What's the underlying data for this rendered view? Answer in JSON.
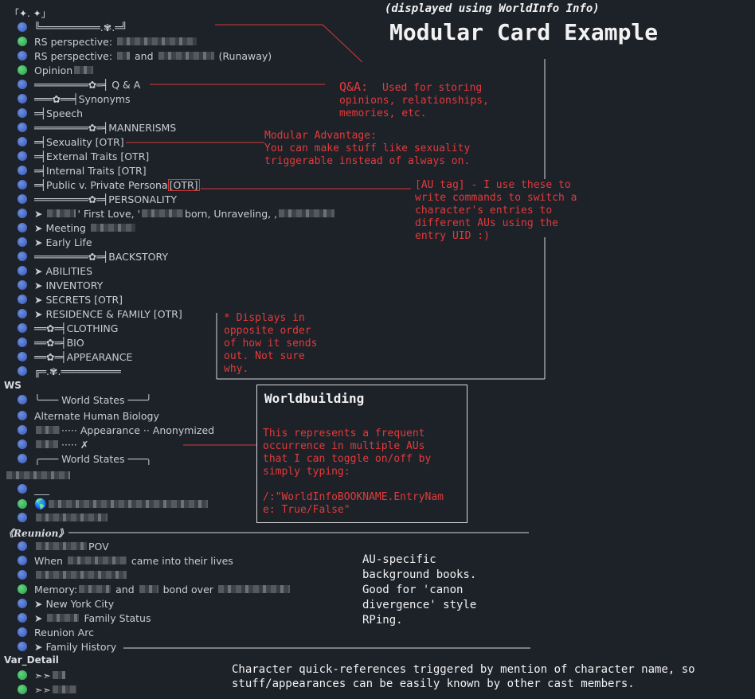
{
  "top_corner": "「✦.                       ✦」",
  "subtitle": "(displayed using WorldInfo Info)",
  "title": "Modular Card Example",
  "rows": [
    {
      "dot": "blue",
      "text": "╚══════════.✾.═╝",
      "blur": 0
    },
    {
      "dot": "green",
      "text": "RS perspective:",
      "blur": 100
    },
    {
      "dot": "blue",
      "text": "RS perspective:",
      "mid": "and",
      "tail": "(Runaway)",
      "blur": 30
    },
    {
      "dot": "green",
      "text": "Opinion",
      "blur": 24
    },
    {
      "dot": "blue",
      "text": "═════════✿═╡ Q & A",
      "blur": 0
    },
    {
      "dot": "blue",
      "text": "═══✿══╡Synonyms",
      "blur": 0
    },
    {
      "dot": "blue",
      "text": "═╡Speech",
      "blur": 0
    },
    {
      "dot": "blue",
      "text": "═════════✿═╡MANNERISMS",
      "blur": 0
    },
    {
      "dot": "blue",
      "text": "═╡Sexuality [OTR]",
      "blur": 0
    },
    {
      "dot": "blue",
      "text": "═╡External Traits [OTR]",
      "blur": 0
    },
    {
      "dot": "blue",
      "text": "═╡Internal Traits [OTR]",
      "blur": 0
    },
    {
      "dot": "blue",
      "text": "═╡Public v. Private Persona",
      "boxed": "[OTR]",
      "blur": 0
    },
    {
      "dot": "blue",
      "text": "═════════✿═╡PERSONALITY",
      "blur": 0
    },
    {
      "dot": "blue",
      "text": "➤",
      "mid": "' First Love, '",
      "tail": "born, Unraveling, ,",
      "blur": 36
    },
    {
      "dot": "blue",
      "text": "➤ Meeting",
      "blur": 56
    },
    {
      "dot": "blue",
      "text": "➤ Early Life",
      "blur": 0
    },
    {
      "dot": "blue",
      "text": "═════════✿═╡BACKSTORY",
      "blur": 0
    },
    {
      "dot": "blue",
      "text": "➤ ABILITIES",
      "blur": 0
    },
    {
      "dot": "blue",
      "text": "➤ INVENTORY",
      "blur": 0
    },
    {
      "dot": "blue",
      "text": "➤ SECRETS [OTR]",
      "blur": 0
    },
    {
      "dot": "blue",
      "text": "➤ RESIDENCE & FAMILY [OTR]",
      "blur": 0
    },
    {
      "dot": "blue",
      "text": "══✿═╡CLOTHING",
      "blur": 0
    },
    {
      "dot": "blue",
      "text": "══✿═╡BIO",
      "blur": 0
    },
    {
      "dot": "blue",
      "text": "══✿═╡APPEARANCE",
      "blur": 0
    },
    {
      "dot": "blue",
      "text": "╔═.✾.══════════",
      "blur": 0
    }
  ],
  "ws_header": "WS",
  "ws_rows": [
    {
      "dot": "blue",
      "text": "╰─── World States ───╯"
    },
    {
      "dot": "blue",
      "text": "Alternate Human Biology"
    },
    {
      "dot": "blue",
      "text": "····· Appearance ·· Anonymized"
    },
    {
      "dot": "blue",
      "text": "····· ✗"
    },
    {
      "dot": "blue",
      "text": "╭─── World States ───╮"
    },
    {
      "dot": "none",
      "text": ""
    },
    {
      "dot": "blue",
      "text": "___"
    },
    {
      "dot": "green",
      "text": "🌎"
    },
    {
      "dot": "blue",
      "text": ""
    }
  ],
  "reunion_header": "《Reunion》",
  "reunion_rows": [
    {
      "dot": "blue",
      "text": "POV"
    },
    {
      "dot": "blue",
      "text": "When",
      "tail": "came into their lives"
    },
    {
      "dot": "blue",
      "text": ""
    },
    {
      "dot": "green",
      "text": "Memory:",
      "mid": "and",
      "tail": "bond over"
    },
    {
      "dot": "blue",
      "text": "➤ New York City"
    },
    {
      "dot": "blue",
      "text": "➤",
      "tail": "Family Status"
    },
    {
      "dot": "blue",
      "text": "Reunion Arc"
    },
    {
      "dot": "blue",
      "text": "➤ Family History"
    }
  ],
  "var_header": "Var_Detail",
  "var_rows": [
    {
      "dot": "green",
      "text": "➣➣"
    },
    {
      "dot": "green",
      "text": "➣➣"
    }
  ],
  "annotations": {
    "qa_head": "Q&A:",
    "qa_body": "Used for storing\nopinions, relationships,\nmemories, etc.",
    "modular": "Modular Advantage:\nYou can make stuff like sexuality\ntriggerable instead of always on.",
    "au_tag": "[AU tag] - I use these to\nwrite commands to switch a\ncharacter's entries to\ndifferent AUs using the\nentry UID :)",
    "order": "* Displays in\nopposite order\nof how it sends\nout. Not sure\nwhy.",
    "wb_title": "Worldbuilding",
    "wb_body": "This represents a frequent\noccurrence in multiple AUs\nthat I can toggle on/off by\nsimply typing:\n\n/:\"WorldInfoBOOKNAME.EntryNam\ne: True/False\"",
    "au_books": "AU-specific\nbackground books.\nGood for 'canon\ndivergence' style\nRPing.",
    "char_ref": "Character quick-references triggered by mention of character name, so\nstuff/appearances can be easily known by other cast members."
  },
  "colors": {
    "background": "#1d2128",
    "annotation_red": "#e23b3b",
    "dot_blue": "#3f63c6",
    "dot_green": "#2eab4f"
  }
}
